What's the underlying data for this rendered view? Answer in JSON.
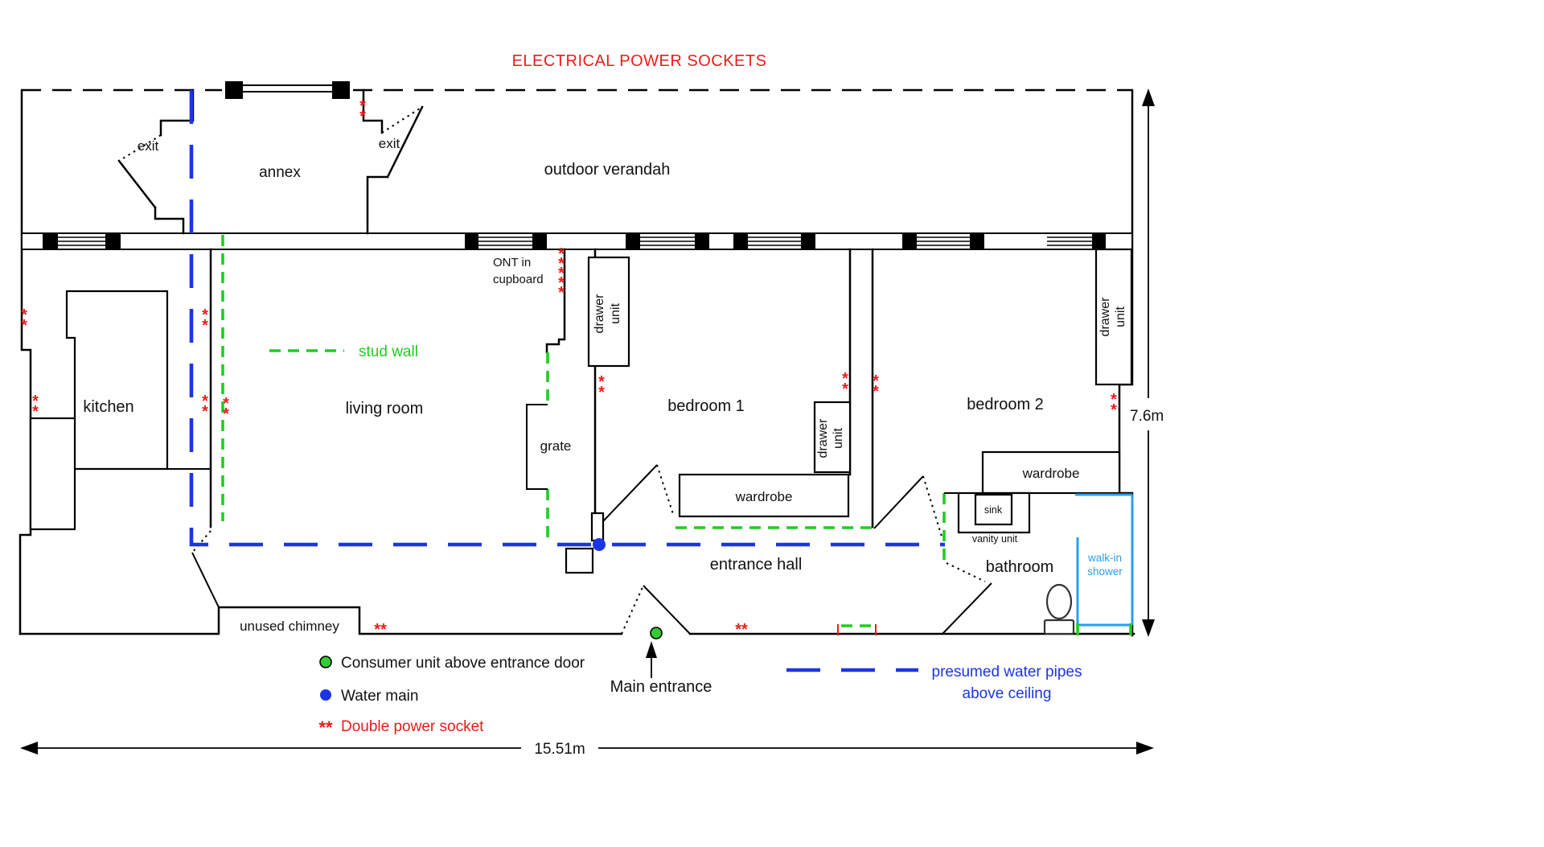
{
  "title": "ELECTRICAL POWER SOCKETS",
  "rooms": {
    "annex": "annex",
    "outdoor_verandah": "outdoor verandah",
    "kitchen": "kitchen",
    "living_room": "living room",
    "bedroom1": "bedroom 1",
    "bedroom2": "bedroom 2",
    "entrance_hall": "entrance hall",
    "bathroom": "bathroom",
    "exit_left": "exit",
    "exit_right": "exit"
  },
  "features": {
    "ont_line1": "ONT in",
    "ont_line2": "cupboard",
    "drawer_line1": "drawer",
    "drawer_line2": "unit",
    "wardrobe1": "wardrobe",
    "wardrobe2": "wardrobe",
    "grate": "grate",
    "sink": "sink",
    "vanity_unit": "vanity unit",
    "shower_line1": "walk-in",
    "shower_line2": "shower",
    "unused_chimney": "unused chimney",
    "main_entrance": "Main entrance"
  },
  "legend": {
    "stud_wall": "stud wall",
    "consumer_unit": "Consumer unit above entrance door",
    "water_main": "Water main",
    "double_socket": "Double power socket",
    "water_pipes_line1": "presumed water pipes",
    "water_pipes_line2": "above ceiling"
  },
  "dimensions": {
    "width_label": "15.51m",
    "height_label": "7.6m"
  },
  "symbols": {
    "star": "*",
    "double_star": "**"
  },
  "colors": {
    "socket_red": "#ee1a1a",
    "stud_green": "#22cc22",
    "pipe_blue": "#1b35e6",
    "shower_blue": "#2b9fe8",
    "consumer_green": "#33cc33"
  }
}
